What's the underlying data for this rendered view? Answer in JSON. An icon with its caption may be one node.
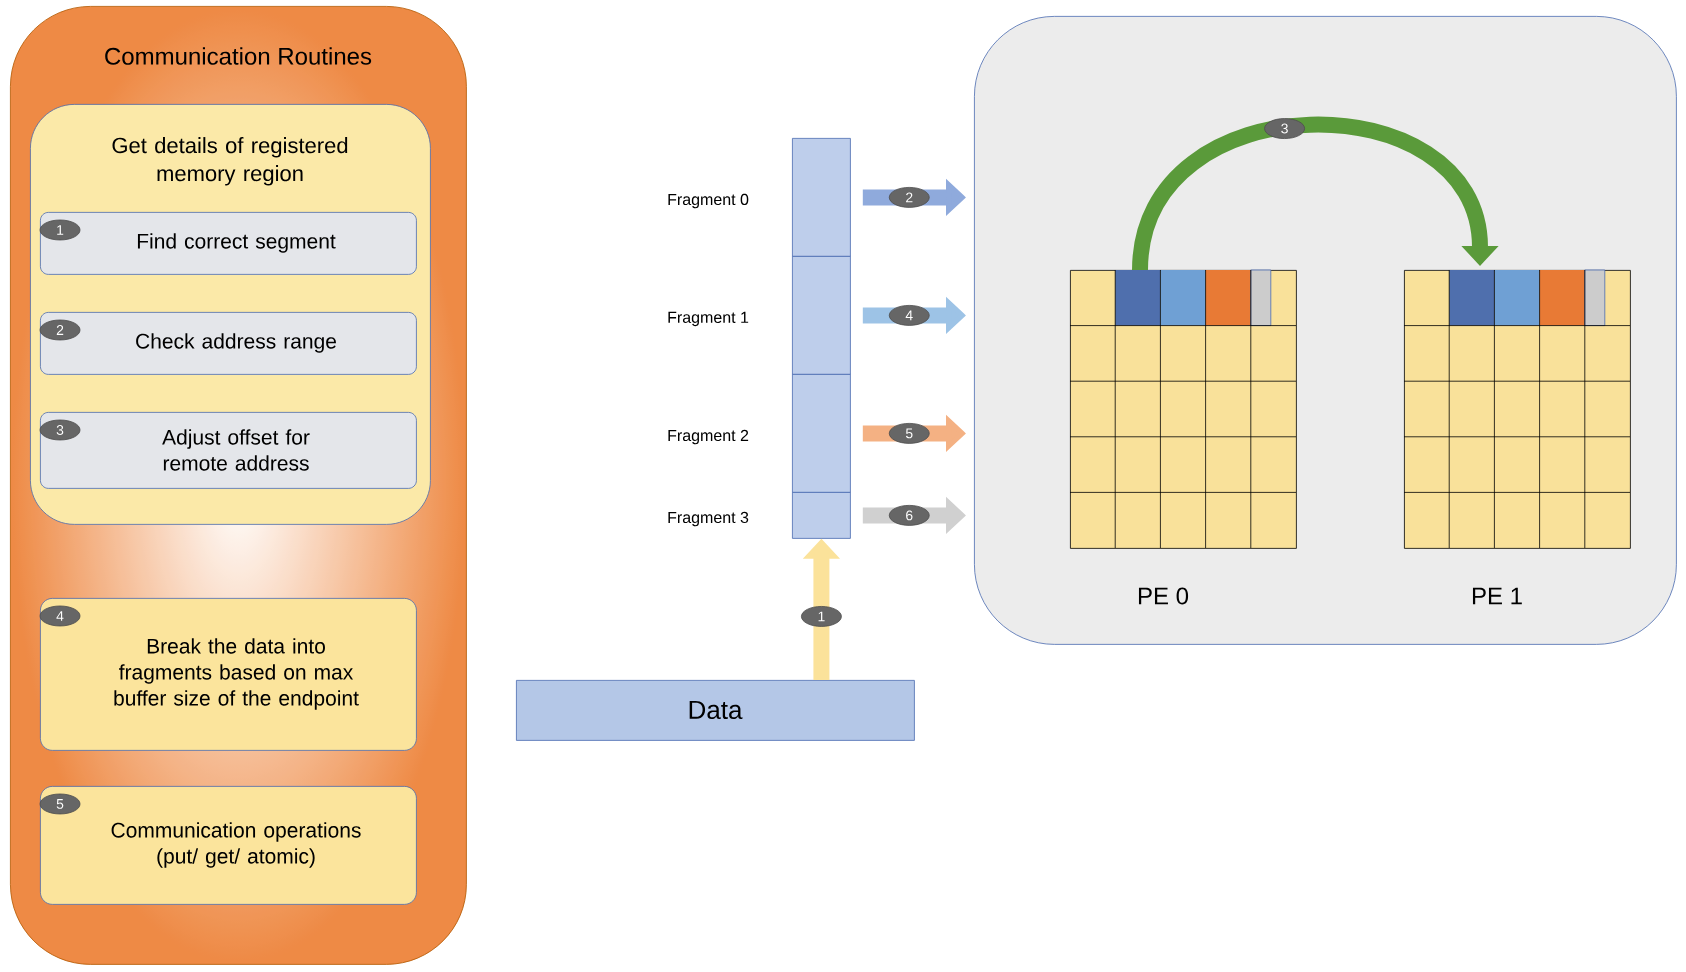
{
  "diagram": {
    "nodes": [
      {
        "text": [
          "Communication Routines"
        ]
      },
      {
        "text": [
          "Get details of registered memory region"
        ],
        "in": 0
      },
      {
        "text": [
          "1",
          "Find correct segment"
        ],
        "in": 1
      },
      {
        "text": [
          "2",
          "Check address range"
        ],
        "in": 1
      },
      {
        "text": [
          "3",
          "Adjust offset for remote address"
        ],
        "in": 1
      },
      {
        "text": [
          "4",
          "Break the data into fragments based on max buffer size of the endpoint"
        ],
        "in": 0
      },
      {
        "text": [
          "5",
          "Communication operations (put/ get/ atomic)"
        ],
        "in": 0
      },
      {
        "text": [
          "Data"
        ]
      },
      {
        "text": [],
        "shape": "box",
        "beside": [
          "Fragment 0"
        ]
      },
      {
        "text": [],
        "shape": "box",
        "beside": [
          "Fragment 1"
        ]
      },
      {
        "text": [],
        "shape": "box",
        "beside": [
          "Fragment 2"
        ]
      },
      {
        "text": [],
        "shape": "box",
        "beside": [
          "Fragment 3"
        ]
      },
      {
        "text": [],
        "shape": "box"
      },
      {
        "text": [],
        "shape": "box",
        "beside": [
          "PE 0"
        ],
        "in": 12
      },
      {
        "text": [],
        "shape": "box",
        "beside": [
          "PE 1"
        ],
        "in": 12
      }
    ],
    "edges": [
      {
        "from": 7,
        "to": 11,
        "arrow": "to",
        "label": "1",
        "color": "#fbe29a"
      },
      {
        "from": 8,
        "to": 12,
        "arrow": "to",
        "label": "2",
        "color": "#8faadc"
      },
      {
        "from": 9,
        "to": 12,
        "arrow": "to",
        "label": "4",
        "color": "#9dc3e6"
      },
      {
        "from": 10,
        "to": 12,
        "arrow": "to",
        "label": "5",
        "color": "#f4b183"
      },
      {
        "from": 11,
        "to": 12,
        "arrow": "to",
        "label": "6",
        "color": "#d0d0d0"
      },
      {
        "from": 13,
        "to": 14,
        "arrow": "to",
        "label": "3",
        "color": "#5a9a3a"
      }
    ]
  }
}
